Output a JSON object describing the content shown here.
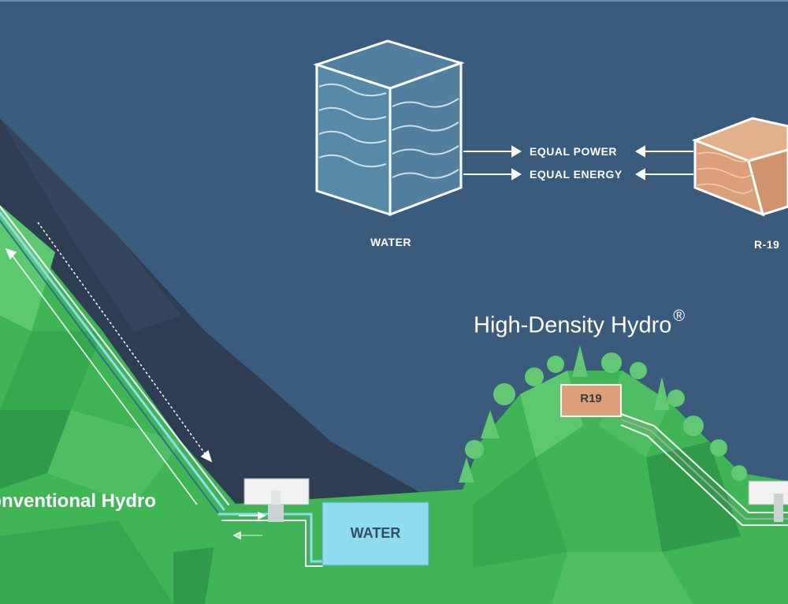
{
  "labels": {
    "equal_power": "EQUAL POWER",
    "equal_energy": "EQUAL ENERGY",
    "water_cube": "WATER",
    "r19_cube": "R-19",
    "high_density_title": "High-Density Hydro",
    "registered_mark": "®",
    "conventional_title": "Conventional Hydro",
    "water_box": "WATER",
    "r19_box": "R19"
  },
  "colors": {
    "sky": "#3b5b7c",
    "dark_slope": "#2e3d52",
    "green_dark": "#2e9a4a",
    "green_mid": "#3fb556",
    "green_light": "#5cc96e",
    "water_box": "#8fdcef",
    "r19_fill": "#dba07a",
    "tree": "#62c873"
  }
}
